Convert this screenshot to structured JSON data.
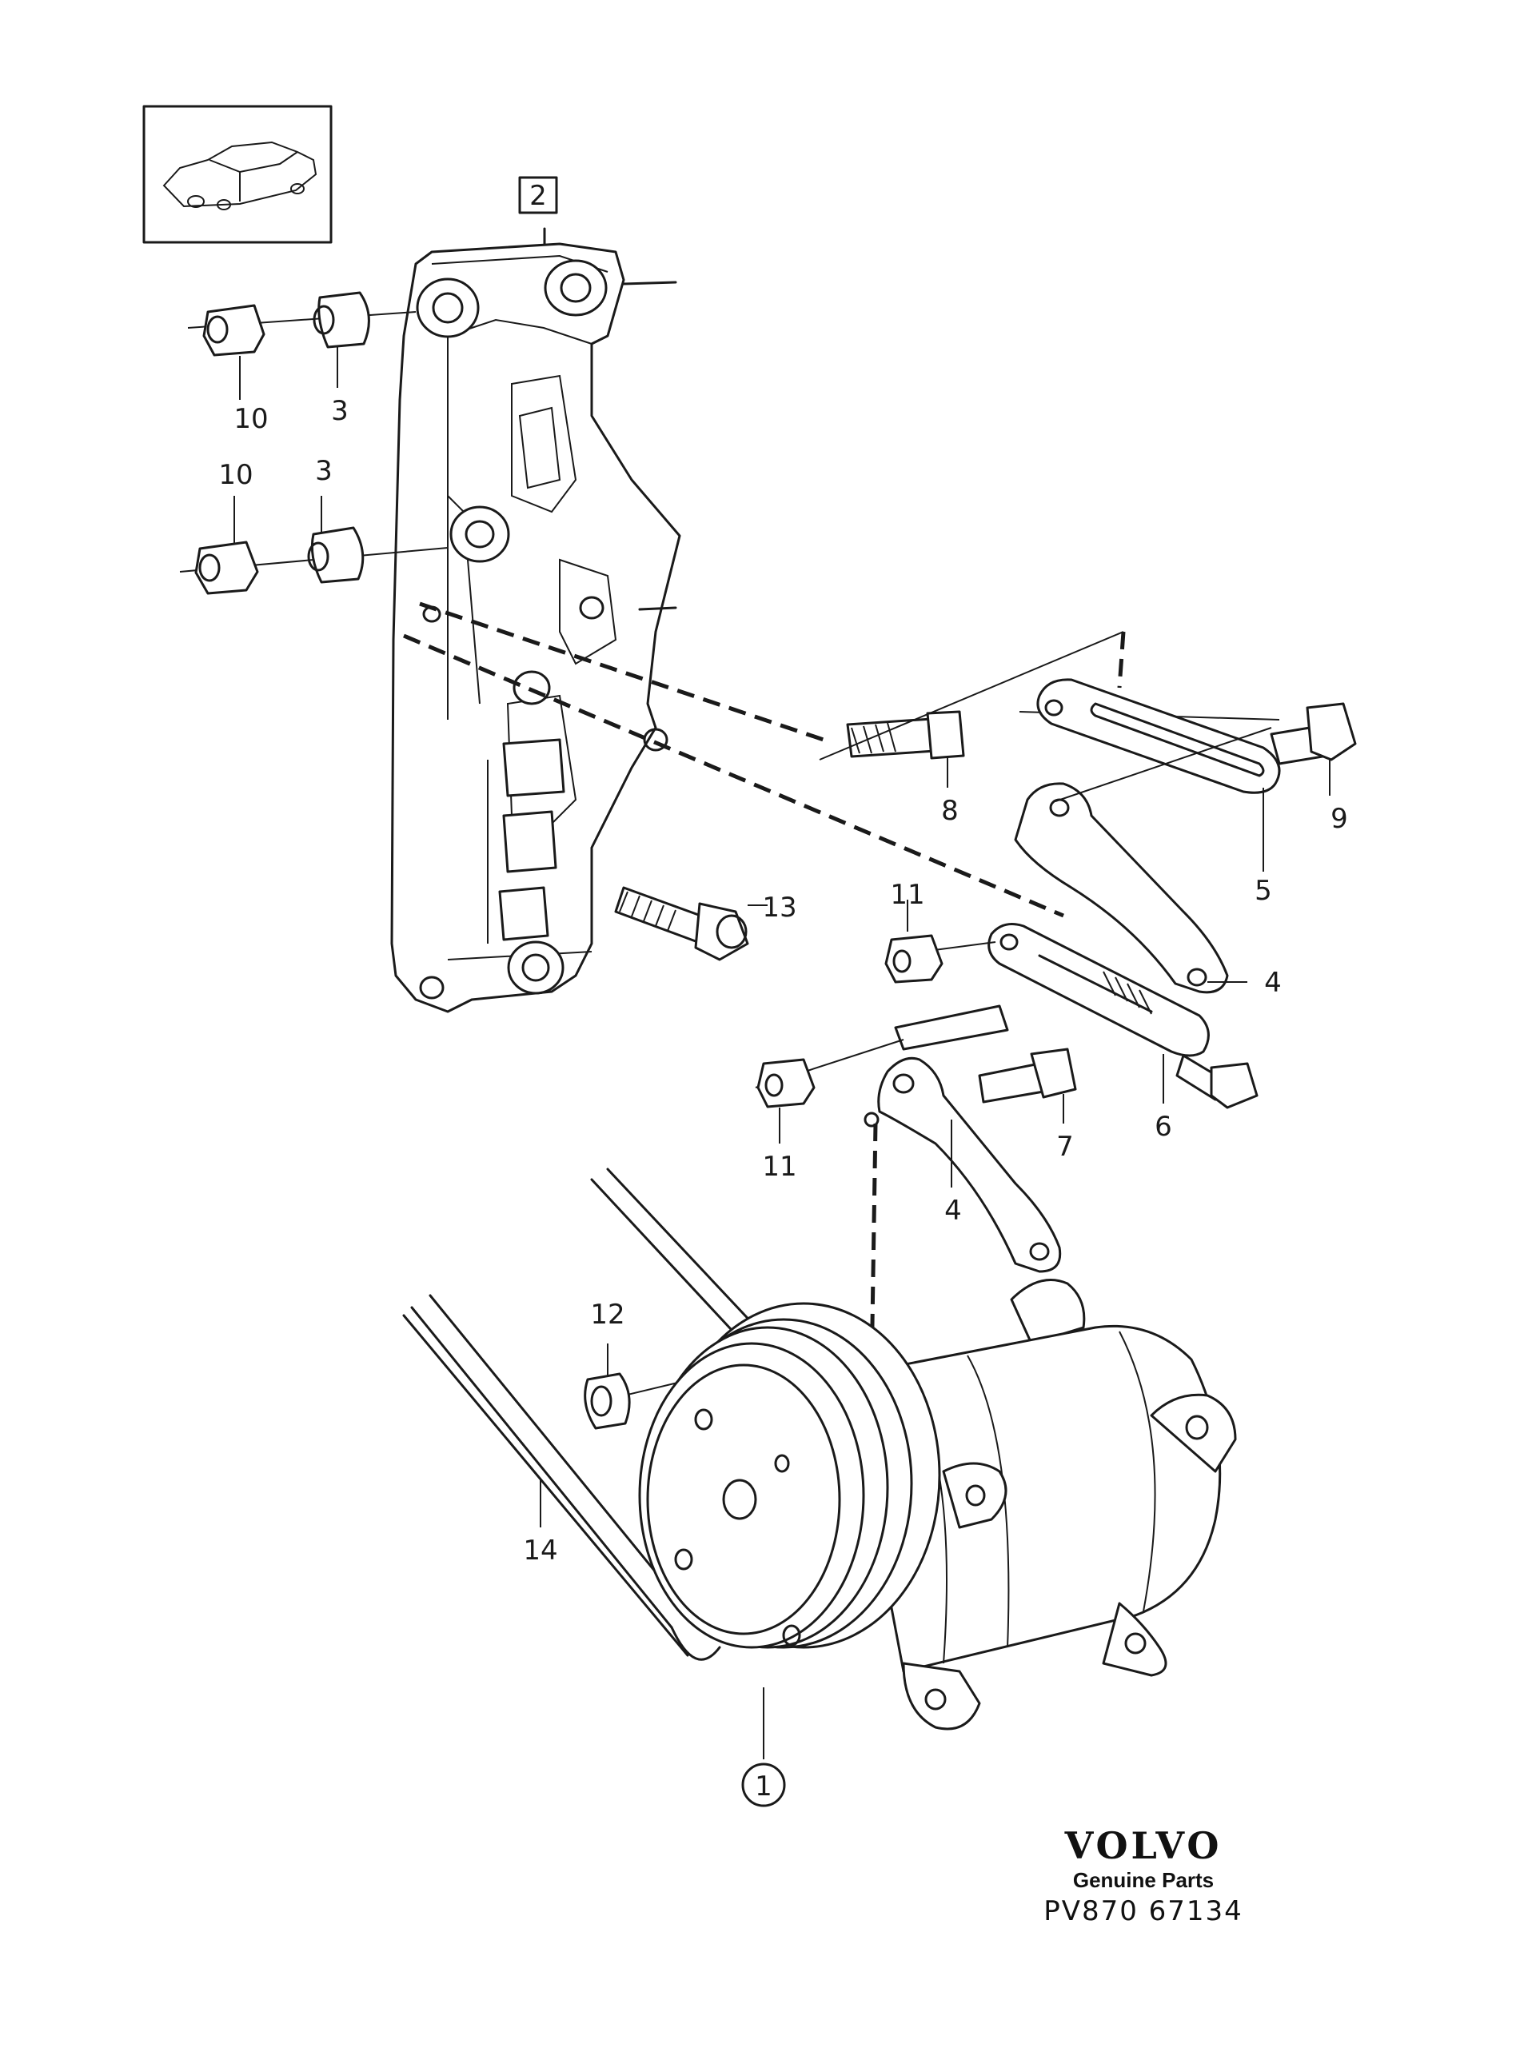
{
  "diagram": {
    "callouts": [
      {
        "id": "callout-1",
        "text": "1",
        "style": "circle"
      },
      {
        "id": "callout-2",
        "text": "2",
        "style": "box"
      },
      {
        "id": "callout-3a",
        "text": "3"
      },
      {
        "id": "callout-3b",
        "text": "3"
      },
      {
        "id": "callout-4a",
        "text": "4"
      },
      {
        "id": "callout-4b",
        "text": "4"
      },
      {
        "id": "callout-5",
        "text": "5"
      },
      {
        "id": "callout-6",
        "text": "6"
      },
      {
        "id": "callout-7",
        "text": "7"
      },
      {
        "id": "callout-8",
        "text": "8"
      },
      {
        "id": "callout-9",
        "text": "9"
      },
      {
        "id": "callout-10a",
        "text": "10"
      },
      {
        "id": "callout-10b",
        "text": "10"
      },
      {
        "id": "callout-11a",
        "text": "11"
      },
      {
        "id": "callout-11b",
        "text": "11"
      },
      {
        "id": "callout-12",
        "text": "12"
      },
      {
        "id": "callout-13",
        "text": "13"
      },
      {
        "id": "callout-14",
        "text": "14"
      }
    ],
    "icons": {
      "vehicle_thumbnail": "car-sedan-icon"
    }
  },
  "brand": {
    "logo": "VOLVO",
    "subtitle": "Genuine Parts",
    "code": "PV870 67134"
  },
  "colors": {
    "ink": "#1a1a1a",
    "paper": "#ffffff"
  }
}
